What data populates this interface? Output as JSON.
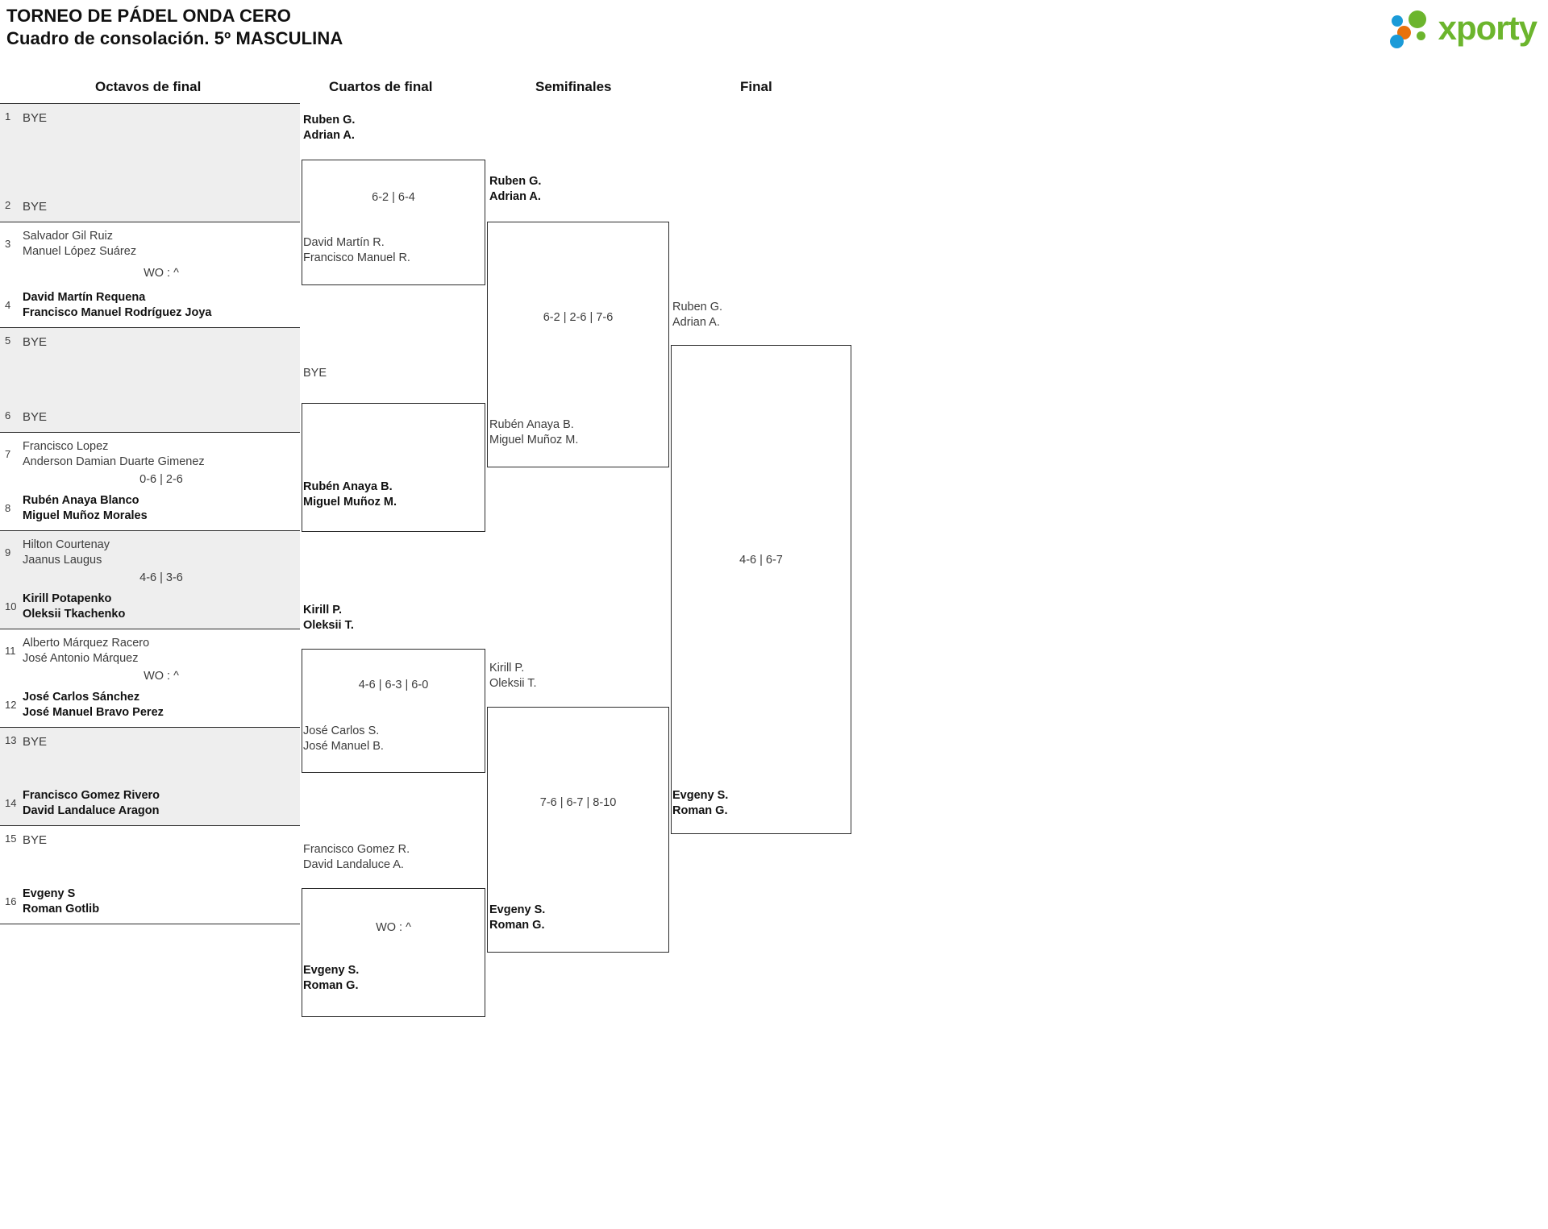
{
  "header": {
    "tournament_title": "TORNEO DE PÁDEL ONDA CERO",
    "bracket_subtitle": "Cuadro de consolación. 5º MASCULINA",
    "logo_wordmark": "xporty"
  },
  "rounds": [
    {
      "label": "Octavos de final"
    },
    {
      "label": "Cuartos de final"
    },
    {
      "label": "Semifinales"
    },
    {
      "label": "Final"
    }
  ],
  "round1": {
    "matches": [
      {
        "shaded": true,
        "top": {
          "seed": "1",
          "line1": "BYE",
          "line2": "",
          "winner": false,
          "bye": true
        },
        "bottom": {
          "seed": "2",
          "line1": "BYE",
          "line2": "",
          "winner": false,
          "bye": true
        },
        "score": ""
      },
      {
        "shaded": false,
        "top": {
          "seed": "3",
          "line1": "Salvador Gil Ruiz",
          "line2": "Manuel López Suárez",
          "winner": false,
          "bye": false
        },
        "bottom": {
          "seed": "4",
          "line1": "David Martín Requena",
          "line2": "Francisco Manuel Rodríguez Joya",
          "winner": true,
          "bye": false
        },
        "score": "WO : ^"
      },
      {
        "shaded": true,
        "top": {
          "seed": "5",
          "line1": "BYE",
          "line2": "",
          "winner": false,
          "bye": true
        },
        "bottom": {
          "seed": "6",
          "line1": "BYE",
          "line2": "",
          "winner": false,
          "bye": true
        },
        "score": ""
      },
      {
        "shaded": false,
        "top": {
          "seed": "7",
          "line1": "Francisco Lopez",
          "line2": "Anderson Damian Duarte Gimenez",
          "winner": false,
          "bye": false
        },
        "bottom": {
          "seed": "8",
          "line1": "Rubén Anaya Blanco",
          "line2": "Miguel Muñoz Morales",
          "winner": true,
          "bye": false
        },
        "score": "0-6 | 2-6"
      },
      {
        "shaded": true,
        "top": {
          "seed": "9",
          "line1": "Hilton Courtenay",
          "line2": "Jaanus Laugus",
          "winner": false,
          "bye": false
        },
        "bottom": {
          "seed": "10",
          "line1": "Kirill Potapenko",
          "line2": "Oleksii Tkachenko",
          "winner": true,
          "bye": false
        },
        "score": "4-6 | 3-6"
      },
      {
        "shaded": false,
        "top": {
          "seed": "11",
          "line1": "Alberto Márquez Racero",
          "line2": "José Antonio Márquez",
          "winner": false,
          "bye": false
        },
        "bottom": {
          "seed": "12",
          "line1": "José Carlos Sánchez",
          "line2": "José Manuel Bravo Perez",
          "winner": true,
          "bye": false
        },
        "score": "WO : ^"
      },
      {
        "shaded": true,
        "top": {
          "seed": "13",
          "line1": "BYE",
          "line2": "",
          "winner": false,
          "bye": true
        },
        "bottom": {
          "seed": "14",
          "line1": "Francisco Gomez Rivero",
          "line2": "David Landaluce Aragon",
          "winner": true,
          "bye": false
        },
        "score": ""
      },
      {
        "shaded": false,
        "top": {
          "seed": "15",
          "line1": "BYE",
          "line2": "",
          "winner": false,
          "bye": true
        },
        "bottom": {
          "seed": "16",
          "line1": "Evgeny S",
          "line2": "Roman Gotlib",
          "winner": true,
          "bye": false
        },
        "score": ""
      }
    ]
  },
  "round2": {
    "matches": [
      {
        "top": {
          "line1": "Ruben G.",
          "line2": "Adrian A.",
          "winner": true
        },
        "bottom": {
          "line1": "David Martín R.",
          "line2": "Francisco Manuel R.",
          "winner": false
        },
        "score": "6-2 | 6-4"
      },
      {
        "top": {
          "line1": "BYE",
          "line2": "",
          "winner": false
        },
        "bottom": {
          "line1": "Rubén Anaya B.",
          "line2": "Miguel Muñoz M.",
          "winner": true
        },
        "score": ""
      },
      {
        "top": {
          "line1": "Kirill P.",
          "line2": "Oleksii T.",
          "winner": true
        },
        "bottom": {
          "line1": "José Carlos S.",
          "line2": "José Manuel B.",
          "winner": false
        },
        "score": "4-6 | 6-3 | 6-0"
      },
      {
        "top": {
          "line1": "Francisco Gomez R.",
          "line2": "David Landaluce A.",
          "winner": false
        },
        "bottom": {
          "line1": "Evgeny S.",
          "line2": "Roman G.",
          "winner": true
        },
        "score": "WO : ^"
      }
    ]
  },
  "round3": {
    "matches": [
      {
        "top": {
          "line1": "Ruben G.",
          "line2": "Adrian A.",
          "winner": true
        },
        "bottom": {
          "line1": "Rubén Anaya B.",
          "line2": "Miguel Muñoz M.",
          "winner": false
        },
        "score": "6-2 | 2-6 | 7-6"
      },
      {
        "top": {
          "line1": "Kirill P.",
          "line2": "Oleksii T.",
          "winner": false
        },
        "bottom": {
          "line1": "Evgeny S.",
          "line2": "Roman G.",
          "winner": true
        },
        "score": "7-6 | 6-7 | 8-10"
      }
    ]
  },
  "round4": {
    "matches": [
      {
        "top": {
          "line1": "Ruben G.",
          "line2": "Adrian A.",
          "winner": false
        },
        "bottom": {
          "line1": "Evgeny S.",
          "line2": "Roman G.",
          "winner": true
        },
        "score": "4-6 | 6-7"
      }
    ]
  }
}
